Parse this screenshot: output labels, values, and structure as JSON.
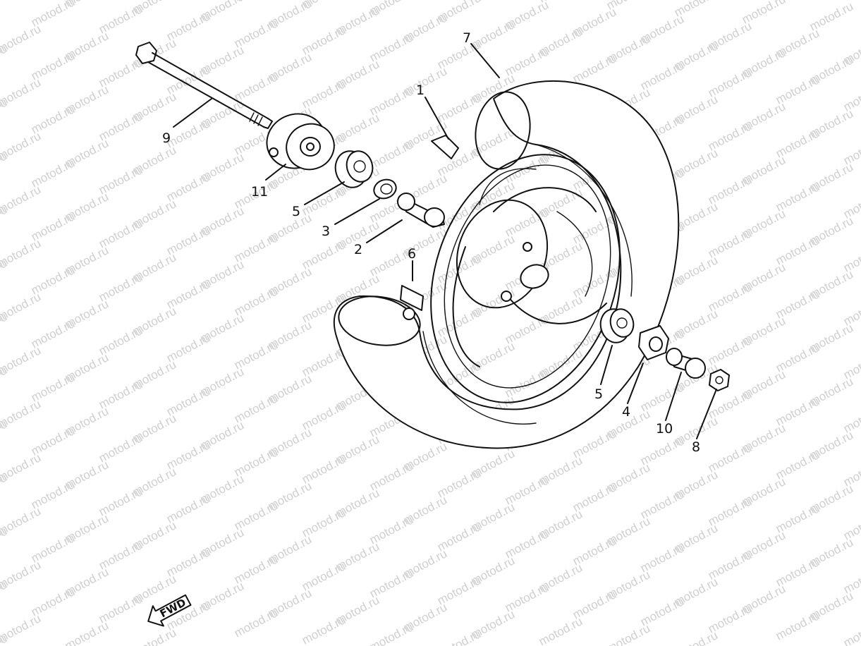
{
  "watermark": "motod.ru",
  "direction_arrow": "FWD",
  "callouts": [
    {
      "id": "1",
      "label": "1",
      "part": "wheel"
    },
    {
      "id": "2",
      "label": "2",
      "part": "spacer"
    },
    {
      "id": "3",
      "label": "3",
      "part": "oil-seal"
    },
    {
      "id": "4",
      "label": "4",
      "part": "flange"
    },
    {
      "id": "5a",
      "label": "5",
      "part": "bearing-left"
    },
    {
      "id": "5b",
      "label": "5",
      "part": "bearing-right"
    },
    {
      "id": "6",
      "label": "6",
      "part": "valve"
    },
    {
      "id": "7",
      "label": "7",
      "part": "tire"
    },
    {
      "id": "8",
      "label": "8",
      "part": "nut"
    },
    {
      "id": "9",
      "label": "9",
      "part": "axle"
    },
    {
      "id": "10",
      "label": "10",
      "part": "collar"
    },
    {
      "id": "11",
      "label": "11",
      "part": "gear-unit"
    }
  ]
}
